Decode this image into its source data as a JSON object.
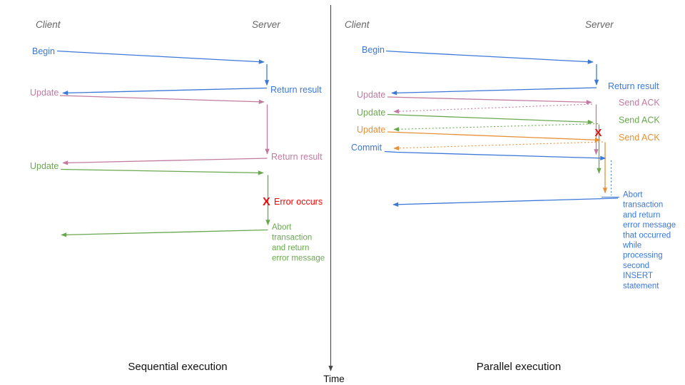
{
  "colors": {
    "blue": "#3c78d8",
    "pink": "#c27ba0",
    "green": "#6aa84f",
    "orange": "#e69138",
    "red": "#ff0000",
    "header_gray": "#666666",
    "axis_dark": "#474747",
    "background": "#ffffff"
  },
  "time_axis": {
    "label": "Time"
  },
  "left": {
    "title": "Sequential execution",
    "client_label": "Client",
    "server_label": "Server",
    "messages": {
      "begin": "Begin",
      "return_result_1": "Return result",
      "update_1": "Update",
      "return_result_2": "Return result",
      "update_2": "Update",
      "error_x": "X",
      "error_text": "Error occurs",
      "abort_lines": [
        "Abort",
        "transaction",
        "and return",
        "error message"
      ]
    }
  },
  "right": {
    "title": "Parallel execution",
    "client_label": "Client",
    "server_label": "Server",
    "messages": {
      "begin": "Begin",
      "return_result": "Return result",
      "update_1": "Update",
      "send_ack_1": "Send ACK",
      "update_2": "Update",
      "send_ack_2": "Send ACK",
      "update_3": "Update",
      "send_ack_3": "Send ACK",
      "commit": "Commit",
      "error_x": "X",
      "abort_lines": [
        "Abort",
        "transaction",
        "and return",
        "error message",
        "that occurred",
        "while",
        "processing",
        "second",
        "INSERT",
        "statement"
      ]
    }
  }
}
